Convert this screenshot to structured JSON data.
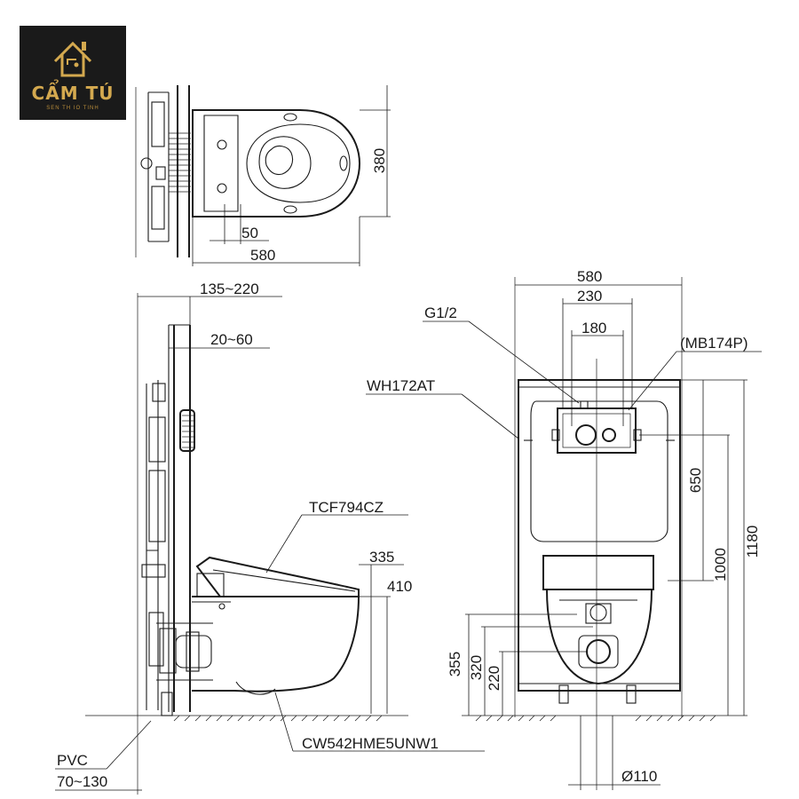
{
  "logo": {
    "brand": "CẨM TÚ",
    "tagline": "SEN TH IO TINH",
    "colors": {
      "background": "#1a1a1a",
      "gold": "#d4a94f"
    }
  },
  "top_view": {
    "dimensions": {
      "width": "580",
      "depth": "380",
      "offset": "50"
    }
  },
  "side_view": {
    "dimensions": {
      "frame_depth": "135~220",
      "wall_thickness": "20~60",
      "seat_height_1": "335",
      "seat_height_2": "410",
      "pvc_label": "PVC",
      "pvc_range": "70~130"
    },
    "callouts": {
      "seat": "TCF794CZ",
      "bowl": "CW542HME5UNW1"
    }
  },
  "front_view": {
    "dimensions": {
      "total_width": "580",
      "width_230": "230",
      "width_180": "180",
      "height_650": "650",
      "height_1000": "1000",
      "height_1180": "1180",
      "height_355": "355",
      "height_320": "320",
      "height_220": "220",
      "drain_diameter": "Ø110"
    },
    "callouts": {
      "inlet": "G1/2",
      "frame": "WH172AT",
      "plate": "(MB174P)"
    }
  }
}
